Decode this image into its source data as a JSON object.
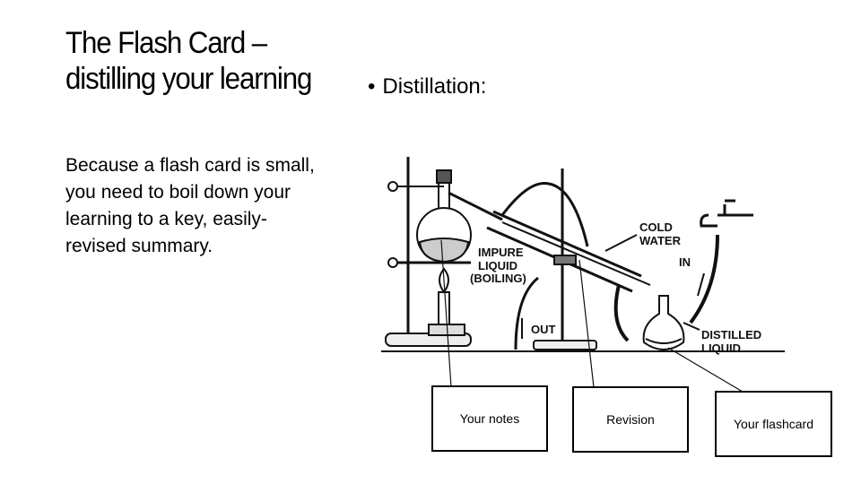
{
  "slide": {
    "title": "The Flash Card – distilling your learning",
    "body": "Because a flash card is small, you need to boil down your learning to a key, easily-revised summary.",
    "bullet": "Distillation:"
  },
  "diagram": {
    "labels": {
      "cold_water": "COLD WATER",
      "in": "IN",
      "impure_liquid": "IMPURE LIQUID",
      "boiling": "(BOILING)",
      "out": "OUT",
      "distilled_liquid": "DISTILLED LIQUID"
    }
  },
  "callouts": [
    {
      "label": "Your notes"
    },
    {
      "label": "Revision"
    },
    {
      "label": "Your flashcard"
    }
  ]
}
